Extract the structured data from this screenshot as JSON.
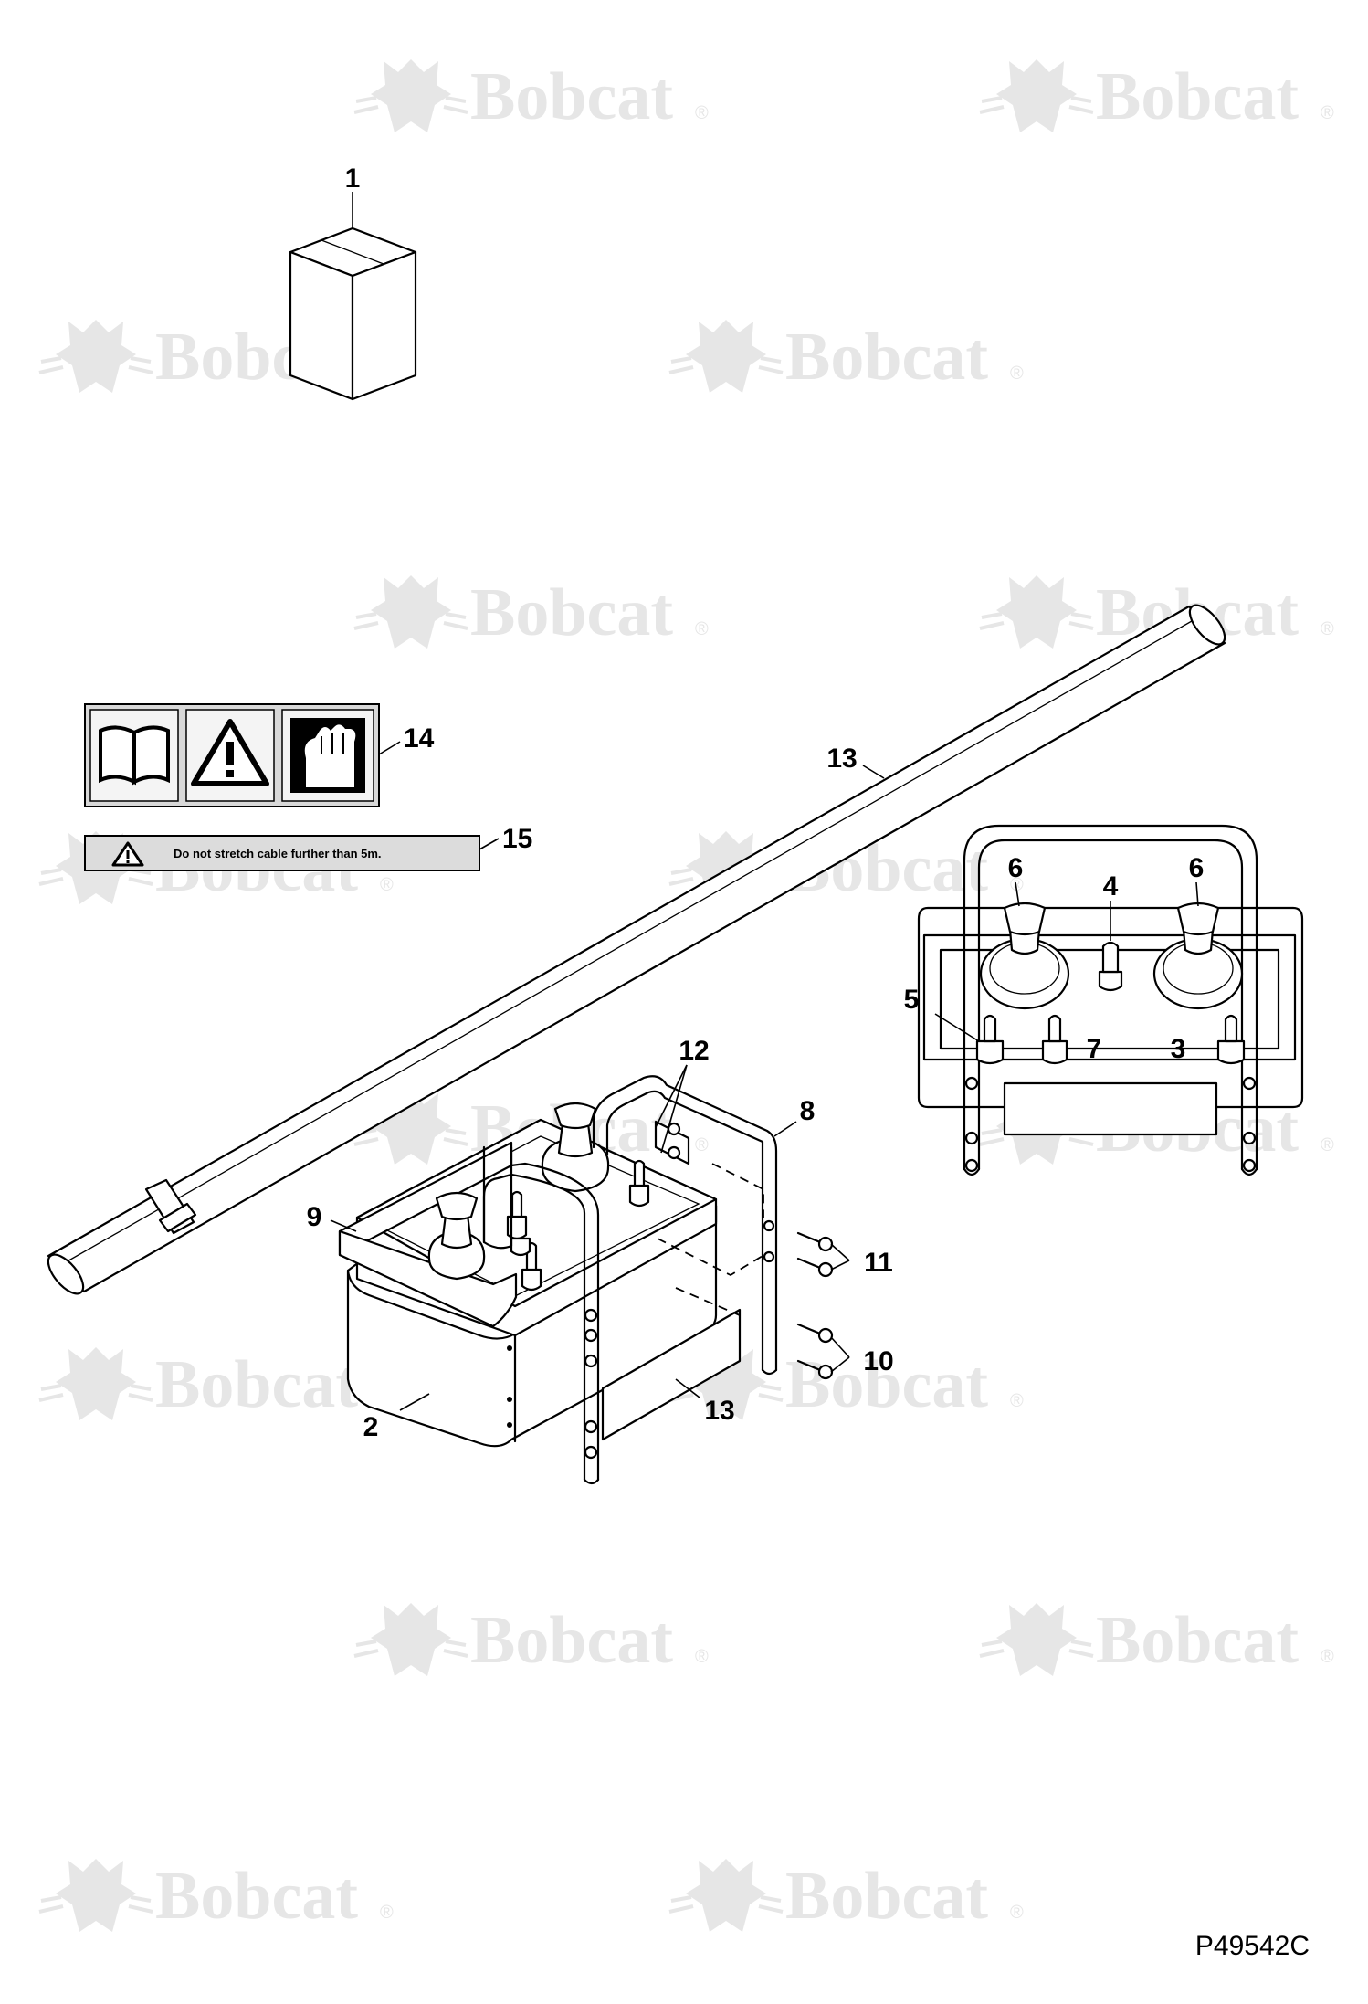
{
  "watermark": {
    "brand": "Bobcat",
    "mark": "®"
  },
  "callouts": {
    "c1": "1",
    "c2": "2",
    "c3": "3",
    "c4": "4",
    "c5": "5",
    "c6a": "6",
    "c6b": "6",
    "c7": "7",
    "c8": "8",
    "c9": "9",
    "c10": "10",
    "c11": "11",
    "c12": "12",
    "c13a": "13",
    "c13b": "13",
    "c14": "14",
    "c15": "15"
  },
  "decal": {
    "warning_text": "Do not stretch cable further than 5m."
  },
  "figure_id": "P49542C",
  "icons": [
    "bobcat-logo-icon",
    "manual-book-icon",
    "warning-triangle-icon",
    "hand-pinch-icon"
  ]
}
